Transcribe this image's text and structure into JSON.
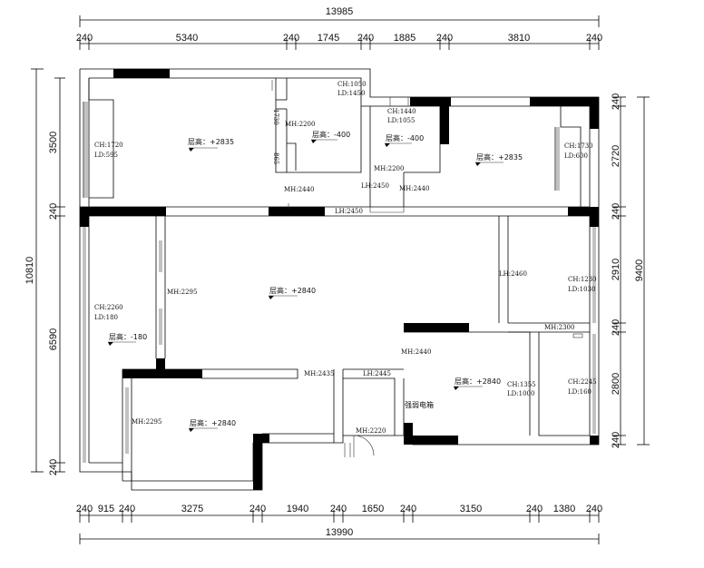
{
  "dimensions": {
    "top_total": "13985",
    "top_segments": [
      "240",
      "5340",
      "240",
      "1745",
      "240",
      "1885",
      "240",
      "3810",
      "240"
    ],
    "bottom_total": "13990",
    "bottom_segments": [
      "240",
      "915",
      "240",
      "3275",
      "240",
      "1940",
      "240",
      "1650",
      "240",
      "3150",
      "240",
      "1380",
      "240"
    ],
    "left_total": "10810",
    "left_segments": [
      "3500",
      "240",
      "6590",
      "240"
    ],
    "right_total": "9400",
    "right_segments": [
      "240",
      "2720",
      "240",
      "2910",
      "240",
      "2800",
      "240"
    ]
  },
  "annotations": {
    "level_2835_a": "层高：+2835",
    "level_n400_a": "层高：-400",
    "level_n400_b": "层高：-400",
    "level_2835_b": "层高：+2835",
    "level_2840_main": "层高：+2840",
    "level_n180": "层高：-180",
    "level_2840_bl": "层高：+2840",
    "level_2840_br": "层高：+2840",
    "ch_1720": "CH:1720",
    "ld_595": "LD:595",
    "ch_1050": "CH:1050",
    "ld_1450": "LD:1450",
    "ch_1440": "CH:1440",
    "ld_1055": "LD:1055",
    "ch_1730": "CH:1730",
    "ld_600": "LD:600",
    "mh_2200_a": "MH:2200",
    "mh_2200_b": "MH:2200",
    "mh_2440_a": "MH:2440",
    "lh_2450_a": "LH:2450",
    "mh_2440_b": "MH:2440",
    "lh_2450_b": "LH:2450",
    "dim_1730": "1730",
    "dim_865": "865",
    "ch_2260": "CH:2260",
    "ld_180": "LD:180",
    "mh_2295_a": "MH:2295",
    "lh_2460": "LH:2460",
    "ch_1230": "CH:1230",
    "ld_1030": "LD:1030",
    "mh_2300": "MH:2300",
    "mh_2440_c": "MH:2440",
    "mh_2295_b": "MH:2295",
    "mh_2435": "MH:2435",
    "lh_2445": "LH:2445",
    "ch_1355": "CH:1355",
    "ld_1000": "LD:1000",
    "ch_2245": "CH:2245",
    "ld_160": "LD:160",
    "mh_2220": "MH:2220",
    "weak_box": "强弱电箱"
  }
}
